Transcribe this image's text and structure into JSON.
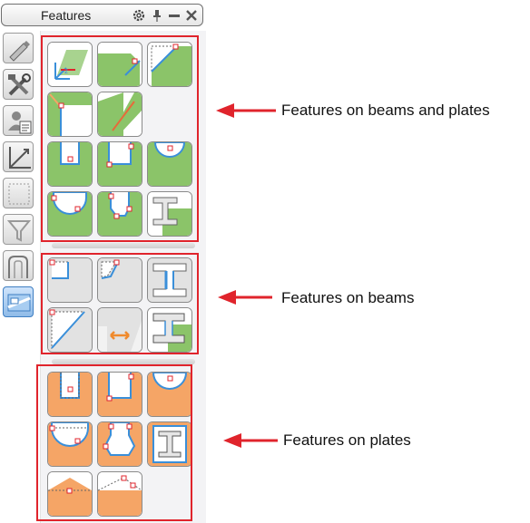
{
  "panel": {
    "title": "Features",
    "title_icons": [
      "gear-icon",
      "pin-icon",
      "minimize-icon",
      "close-icon"
    ]
  },
  "sidebar": {
    "items": [
      {
        "name": "pencil-icon"
      },
      {
        "name": "tools-icon"
      },
      {
        "name": "user-properties-icon"
      },
      {
        "name": "axis-icon"
      },
      {
        "name": "dashed-rectangle-icon"
      },
      {
        "name": "funnel-icon"
      },
      {
        "name": "profile-bend-icon"
      },
      {
        "name": "features-icon",
        "active": true
      }
    ]
  },
  "groups": {
    "beams_and_plates": {
      "label": "Features on beams and plates"
    },
    "beams": {
      "label": "Features on beams"
    },
    "plates": {
      "label": "Features on plates"
    }
  },
  "colors": {
    "green": "#8bc469",
    "orange": "#f5a566",
    "blue_edge": "#3a8fd9",
    "red_frame": "#e0242c",
    "arrow": "#e0242c"
  }
}
